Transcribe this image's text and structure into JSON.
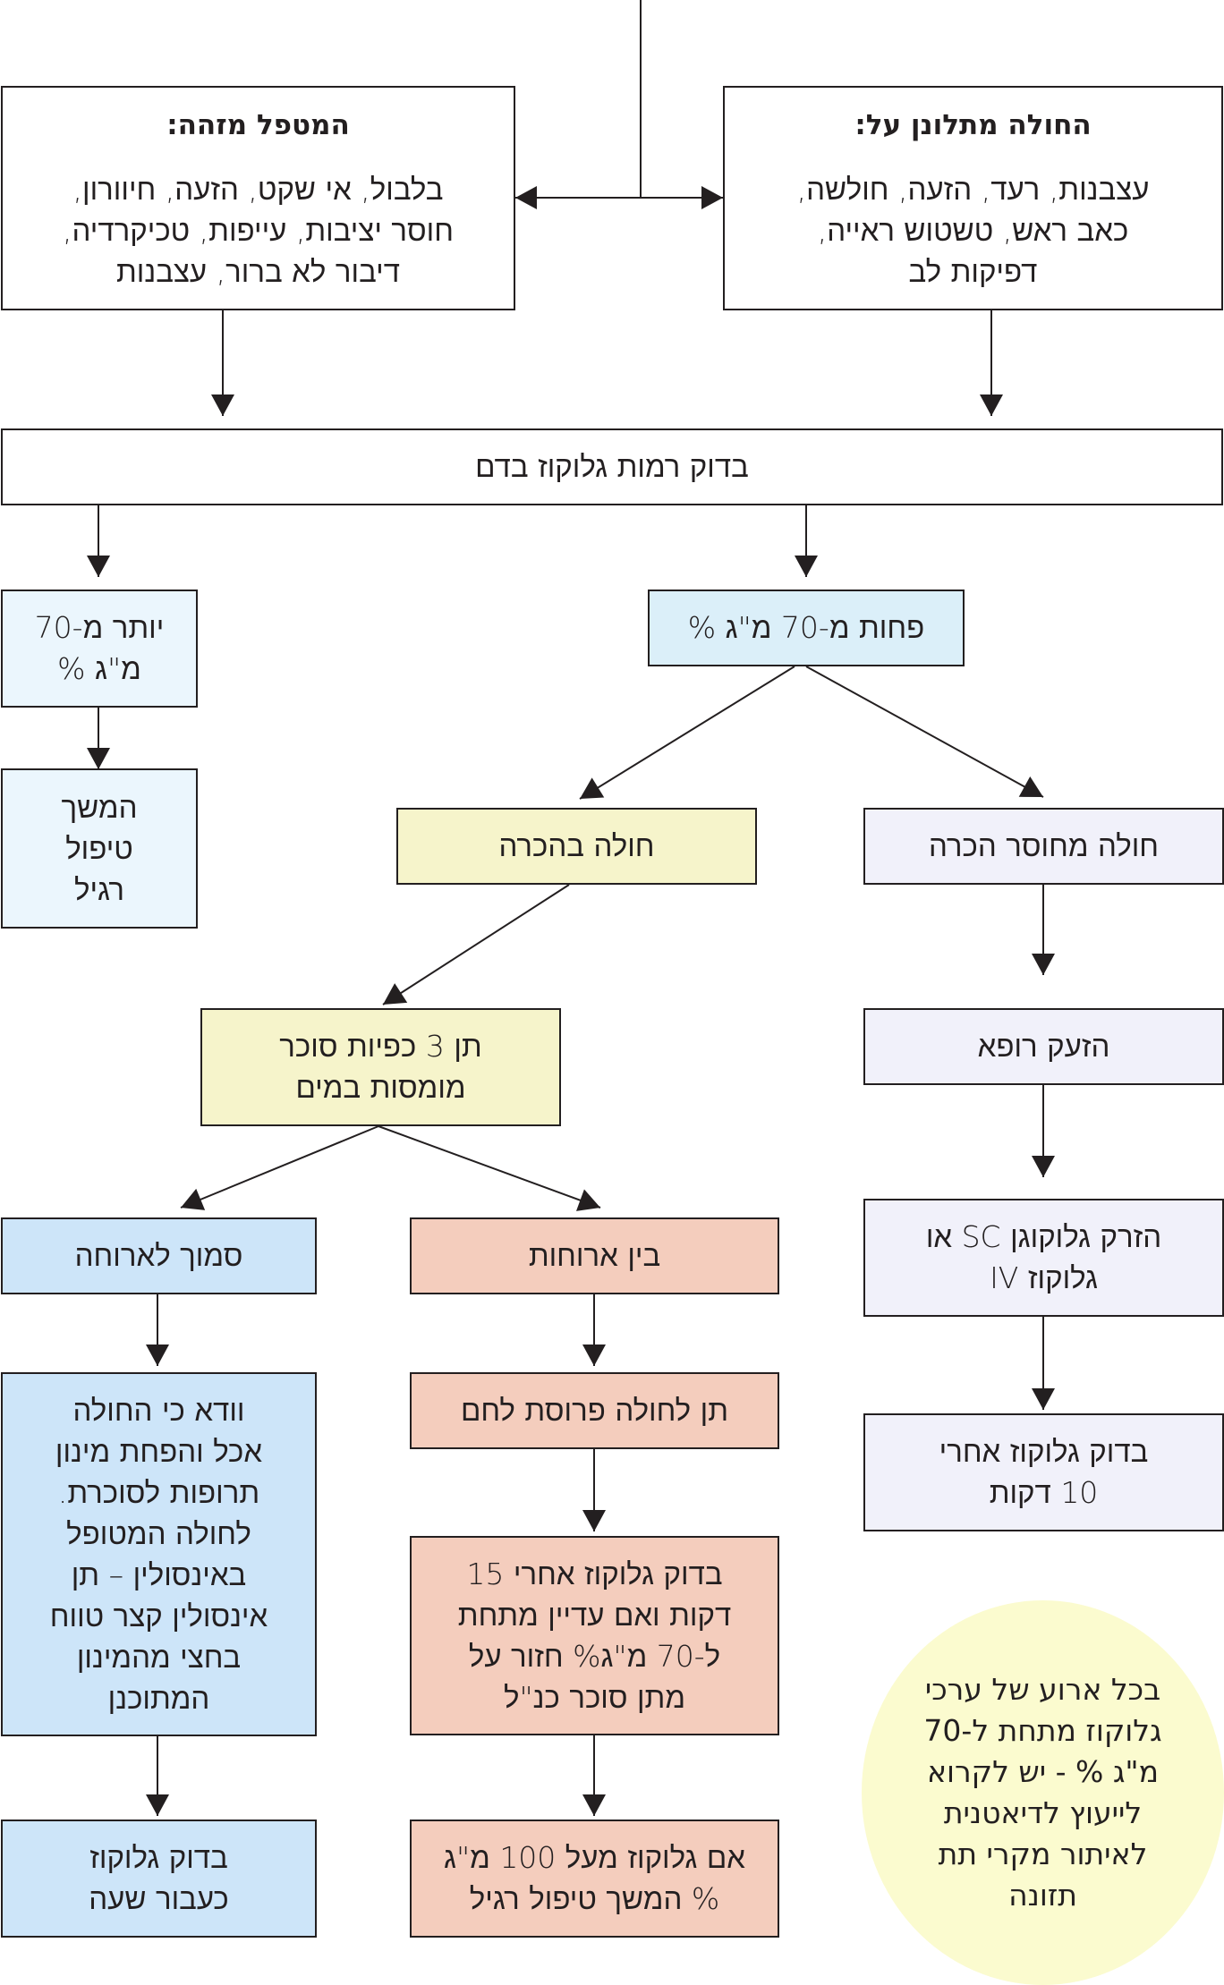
{
  "diagram": {
    "caregiver_identifies": {
      "title": "המטפל מזהה:",
      "lines": [
        "בלבול, אי שקט, הזעה, חיוורון,",
        "חוסר יציבות, עייפות, טכיקרדיה,",
        "דיבור לא ברור, עצבנות"
      ]
    },
    "patient_complains": {
      "title": "החולה מתלונן על:",
      "lines": [
        "עצבנות, רעד, הזעה, חולשה,",
        "כאב ראש, טשטוש ראייה,",
        "דפיקות לב"
      ]
    },
    "check_blood_glucose": {
      "lines": [
        "בדוק רמות גלוקוז בדם"
      ]
    },
    "above_70": {
      "lines": [
        "יותר מ-70",
        "מ\"ג %"
      ]
    },
    "continue_routine": {
      "lines": [
        "המשך",
        "טיפול",
        "רגיל"
      ]
    },
    "below_70": {
      "lines": [
        "פחות מ-70 מ\"ג %"
      ]
    },
    "conscious": {
      "lines": [
        "חולה בהכרה"
      ]
    },
    "unconscious": {
      "lines": [
        "חולה מחוסר הכרה"
      ]
    },
    "give_sugar": {
      "lines": [
        "תן 3 כפיות סוכר",
        "מומסות במים"
      ]
    },
    "call_doctor": {
      "lines": [
        "הזעק רופא"
      ]
    },
    "near_meal": {
      "lines": [
        "סמוך לארוחה"
      ]
    },
    "between_meals": {
      "lines": [
        "בין ארוחות"
      ]
    },
    "inject_glucagon": {
      "lines": [
        "הזרק גלוקוגן SC או",
        "גלוקוז IV"
      ]
    },
    "give_bread": {
      "lines": [
        "תן לחולה פרוסת לחם"
      ]
    },
    "ensure_ate": {
      "lines": [
        "וודא כי החולה",
        "אכל והפחת מינון",
        "תרופות לסוכרת.",
        "לחולה המטופל",
        "באינסולין – תן",
        "אינסולין קצר טווח",
        "בחצי מהמינון",
        "המתוכנן"
      ]
    },
    "check_after_10": {
      "lines": [
        "בדוק גלוקוז אחרי",
        "10 דקות"
      ]
    },
    "check_after_15": {
      "lines": [
        "בדוק גלוקוז אחרי 15",
        "דקות ואם עדיין מתחת",
        "ל-70 מ\"ג% חזור על",
        "מתן סוכר כנ\"ל"
      ]
    },
    "check_after_hour": {
      "lines": [
        "בדוק גלוקוז",
        "כעבור שעה"
      ]
    },
    "above_100": {
      "lines": [
        "אם גלוקוז מעל 100 מ\"ג",
        "% המשך טיפול רגיל"
      ]
    },
    "dietitian_note": {
      "lines": [
        "בכל ארוע של ערכי",
        "גלוקוז מתחת ל-70",
        "מ\"ג % - יש לקרוא",
        "לייעוץ לדיאטנית",
        "לאיתור מקרי תת",
        "תזונה"
      ]
    }
  },
  "colors": {
    "line": "#231f20",
    "white": "#ffffff",
    "light_blue": "#dbeff9",
    "pale_blue": "#ebf6fd",
    "yellow": "#f6f4cb",
    "lavender": "#f1f1fa",
    "salmon": "#f4cdbd",
    "sky_blue": "#cde5f9",
    "note_yellow": "#fbfbcf"
  }
}
